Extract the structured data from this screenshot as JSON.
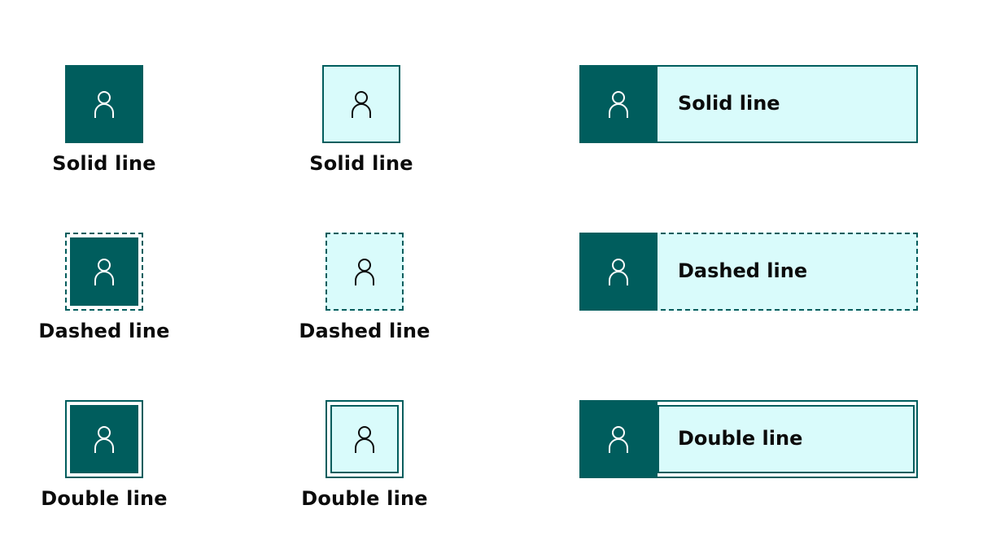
{
  "colors": {
    "dark": "#005d5d",
    "light": "#d9fbfb",
    "stroke": "#005d5d",
    "text": "#0b0b0b"
  },
  "icon": "user-icon",
  "col_dark": {
    "solid": "Solid line",
    "dashed": "Dashed line",
    "double": "Double line"
  },
  "col_light": {
    "solid": "Solid line",
    "dashed": "Dashed line",
    "double": "Double line"
  },
  "col_bar": {
    "solid": "Solid line",
    "dashed": "Dashed line",
    "double": "Double line"
  }
}
